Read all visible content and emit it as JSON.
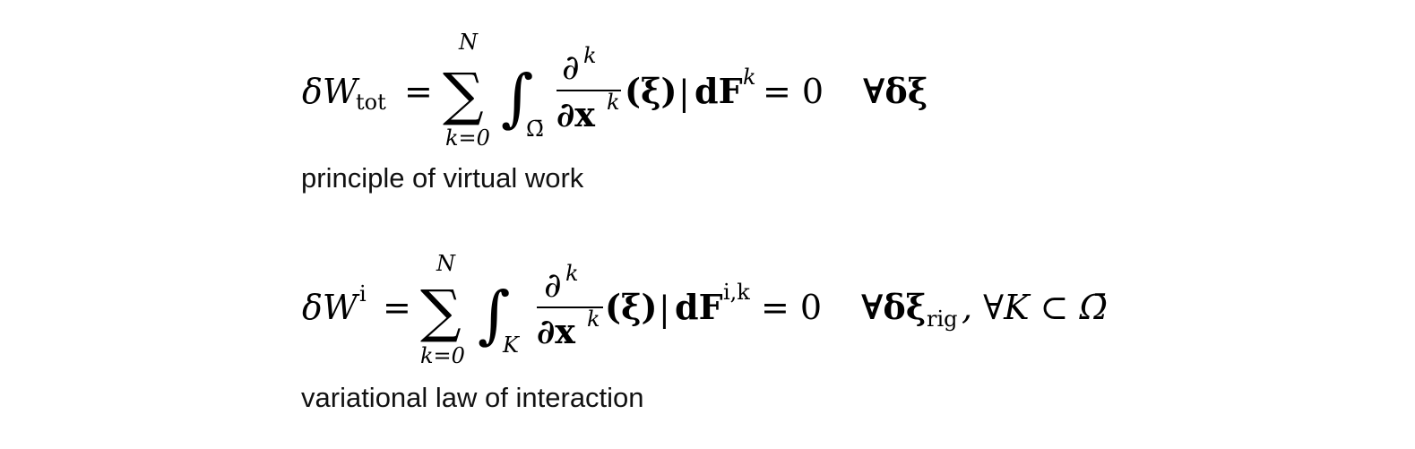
{
  "equations": [
    {
      "lhs": "δW",
      "lhs_sub": "tot",
      "sum_upper": "N",
      "sum_lower": "k=0",
      "integral_domain": "Ω̄",
      "frac_num": "∂",
      "frac_num_sup": "k",
      "frac_den": "∂x",
      "frac_den_sup": "k",
      "arg": "(ξ)",
      "bar": "|",
      "dF": "dF",
      "dF_sup": "k",
      "rhs": "= 0",
      "quantifier": "∀δξ",
      "quantifier_sub": "",
      "quantifier_tail": "",
      "caption": "principle of virtual work"
    },
    {
      "lhs": "δW",
      "lhs_sup": "i",
      "sum_upper": "N",
      "sum_lower": "k=0",
      "integral_domain": "K",
      "frac_num": "∂",
      "frac_num_sup": "k",
      "frac_den": "∂x",
      "frac_den_sup": "k",
      "arg": "(ξ)",
      "bar": "|",
      "dF": "dF",
      "dF_sup": "i,k",
      "rhs": "= 0",
      "quantifier": "∀δξ",
      "quantifier_sub": "rig",
      "quantifier_tail": ", ∀K ⊂ Ω̄",
      "caption": "variational law of interaction"
    }
  ]
}
